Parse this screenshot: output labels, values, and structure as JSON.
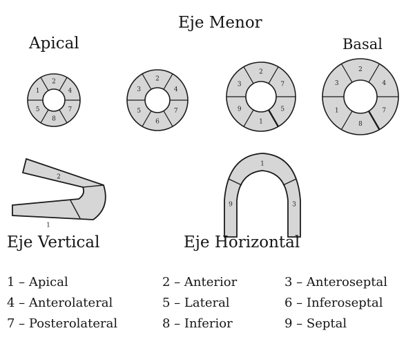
{
  "titles": {
    "short_axis": "Eje Menor",
    "apical": "Apical",
    "basal": "Basal",
    "vertical_axis": "Eje Vertical",
    "horizontal_axis": "Eje Horizontal"
  },
  "rings": [
    {
      "name": "ring-apical",
      "labels": [
        "2",
        "4",
        "7",
        "8",
        "5",
        "1"
      ]
    },
    {
      "name": "ring-mid-apical",
      "labels": [
        "2",
        "4",
        "7",
        "6",
        "5",
        "3"
      ]
    },
    {
      "name": "ring-mid-basal",
      "labels": [
        "2",
        "7",
        "5",
        "1",
        "9",
        "3"
      ]
    },
    {
      "name": "ring-basal",
      "labels": [
        "2",
        "4",
        "7",
        "8",
        "1",
        "3"
      ]
    }
  ],
  "vertical_slice": {
    "labels": [
      "2",
      "1"
    ]
  },
  "horizontal_slice": {
    "labels": [
      "1",
      "9",
      "3"
    ]
  },
  "legend": {
    "rows": [
      [
        "1 – Apical",
        "2 – Anterior",
        "3 – Anteroseptal"
      ],
      [
        "4 – Anterolateral",
        "5 – Lateral",
        "6 – Inferoseptal"
      ],
      [
        "7 – Posterolateral",
        "8 – Inferior",
        "9 – Septal"
      ]
    ]
  },
  "colors": {
    "segment_fill": "#d6d6d6",
    "outline": "#1a1a1a",
    "text": "#151515",
    "background": "#ffffff"
  }
}
